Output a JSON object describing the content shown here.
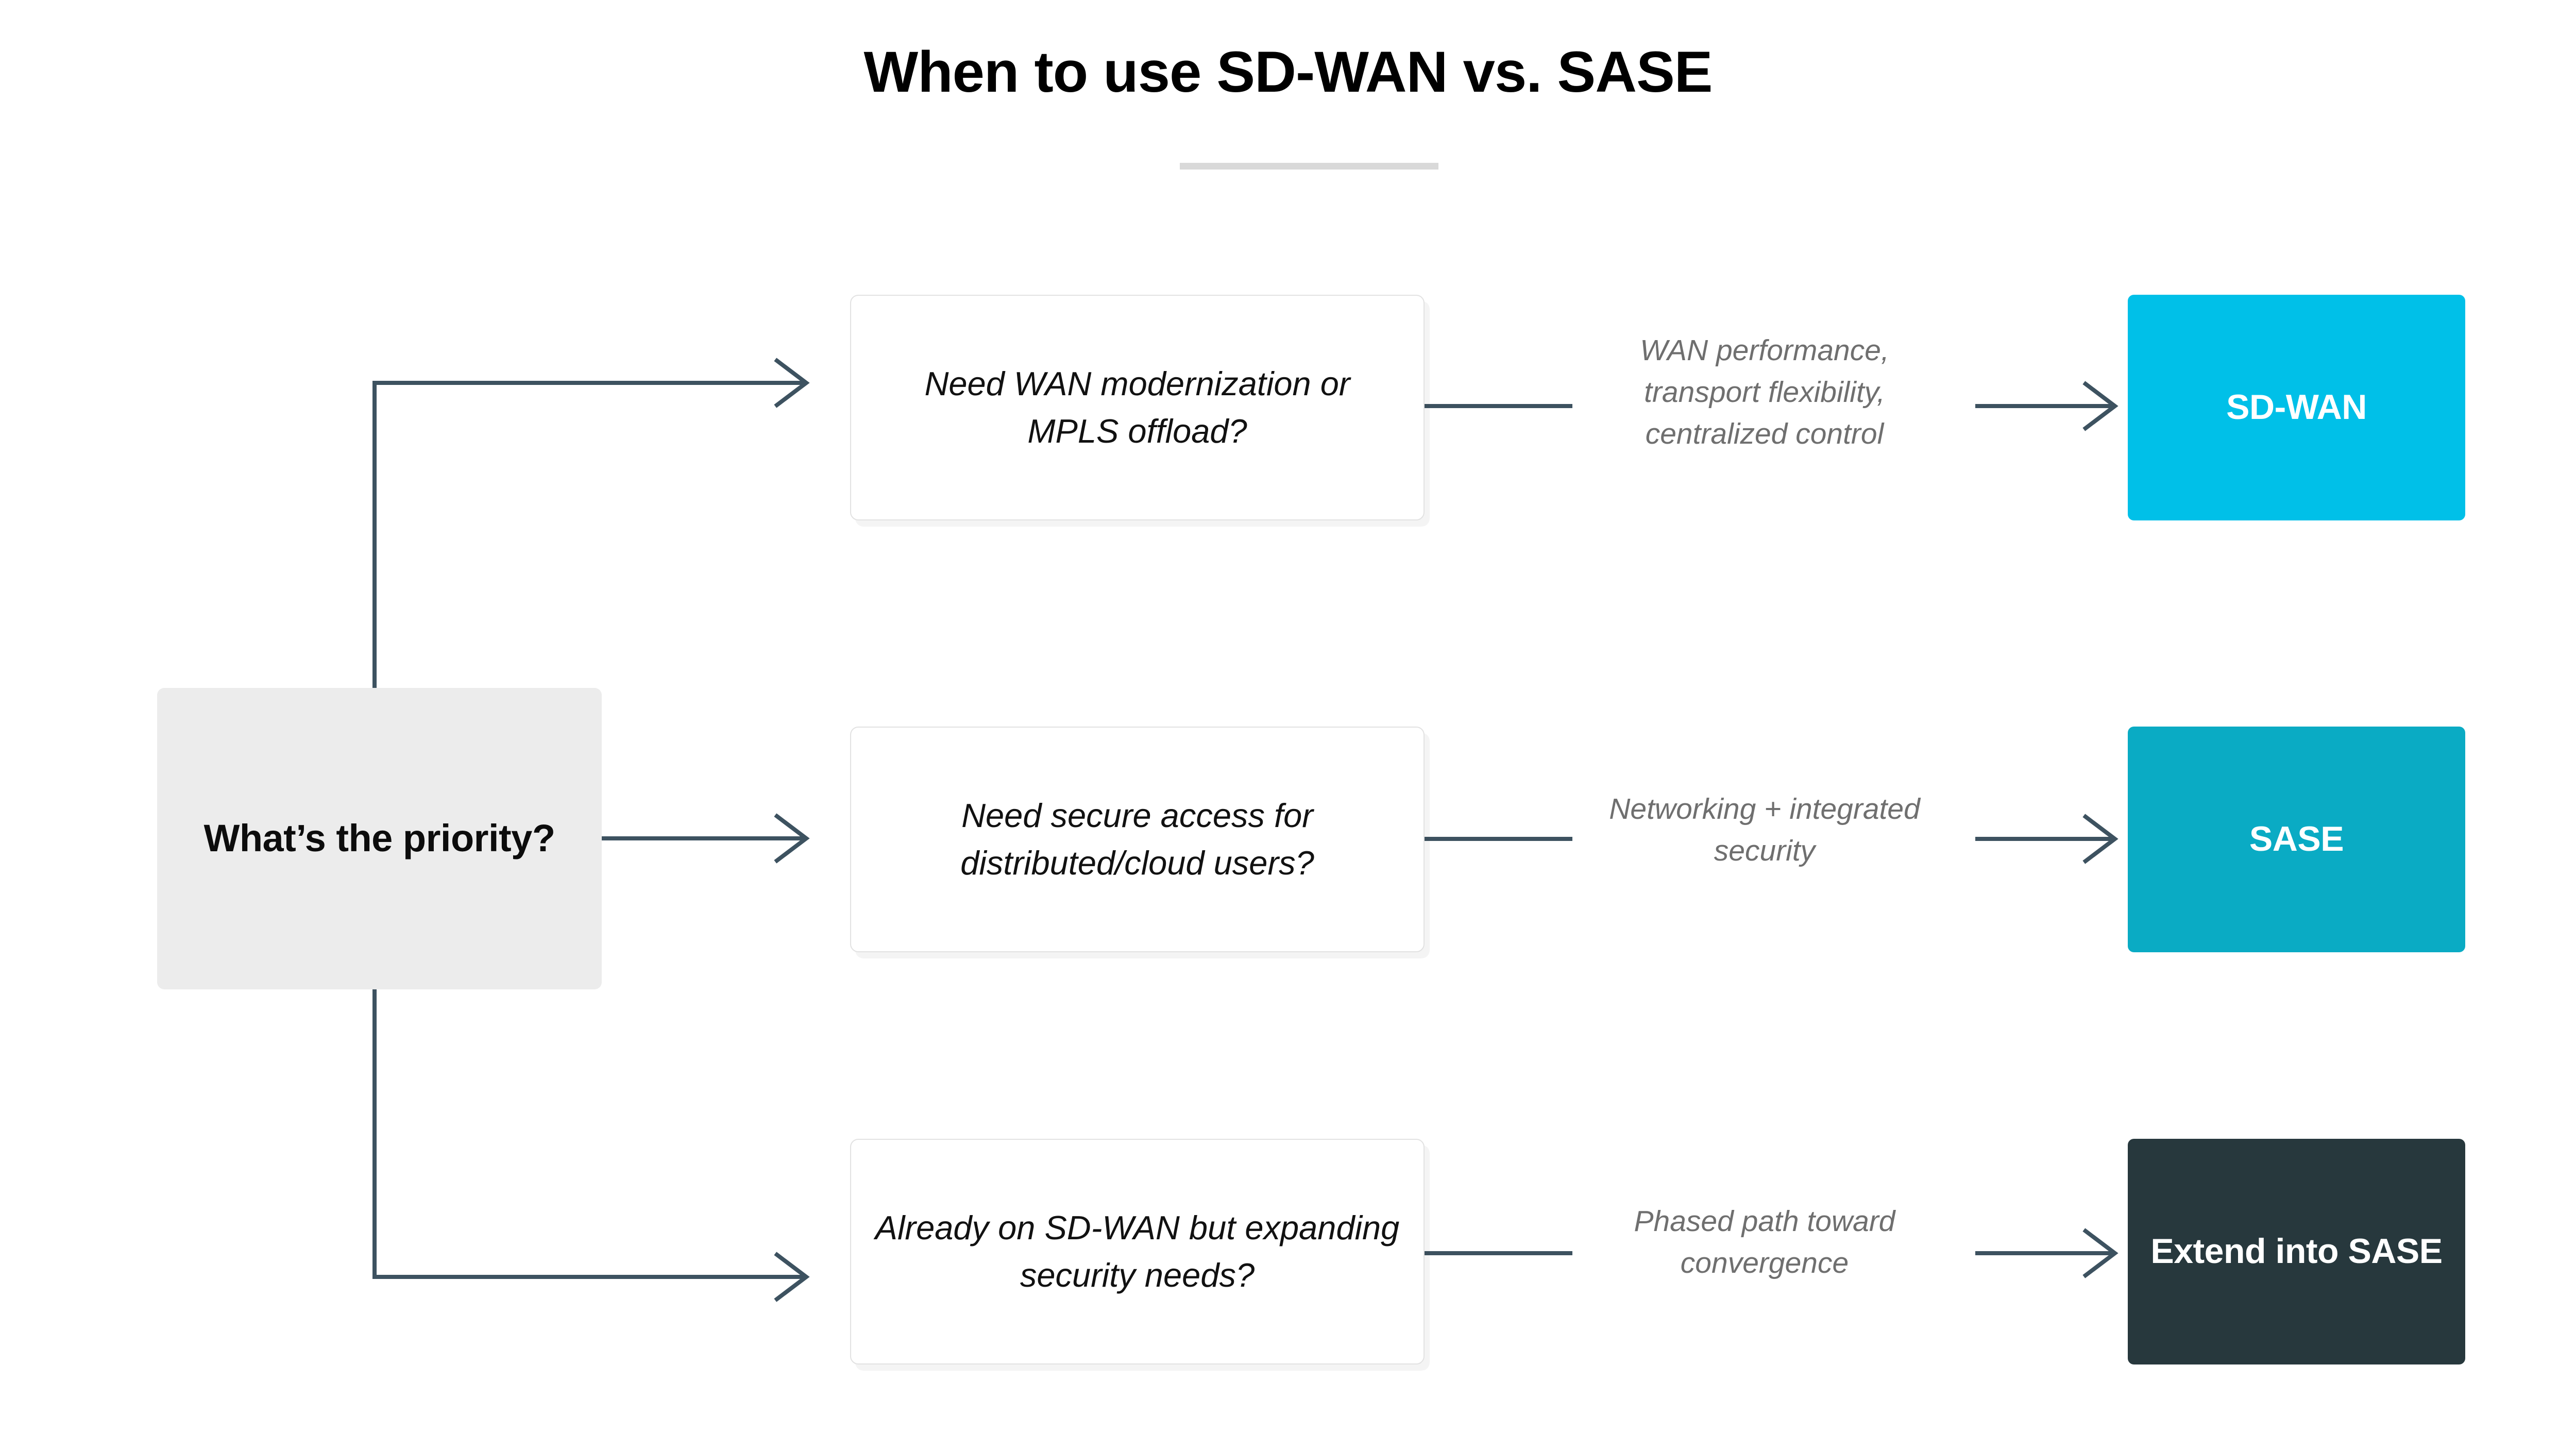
{
  "header": {
    "title": "When to use SD-WAN vs. SASE",
    "rule_color": "#d9d9d9"
  },
  "theme": {
    "background": "#ffffff",
    "connector_color": "#3d5260",
    "decision_fill": "#ececec",
    "question_fill": "#ffffff",
    "question_border": "#e2e2e2",
    "label_text_color": "#6f6f6f",
    "result_text_color": "#ffffff"
  },
  "diagram": {
    "type": "decision-flowchart",
    "root": {
      "id": "priority",
      "label": "What’s the priority?",
      "shape": "rounded-rect",
      "fill": "#ececec"
    },
    "branches": [
      {
        "id": "branch-1",
        "question": "Need WAN modernization or MPLS offload?",
        "benefit": "WAN performance, transport flexibility, centralized control",
        "result": "SD-WAN",
        "result_color": "#00c0e8"
      },
      {
        "id": "branch-2",
        "question": "Need secure access for distributed/cloud users?",
        "benefit": "Networking + integrated security",
        "result": "SASE",
        "result_color": "#0aabc4"
      },
      {
        "id": "branch-3",
        "question": "Already on SD-WAN but expanding security needs?",
        "benefit": "Phased path toward convergence",
        "result": "Extend into SASE",
        "result_color": "#27383d"
      }
    ]
  }
}
